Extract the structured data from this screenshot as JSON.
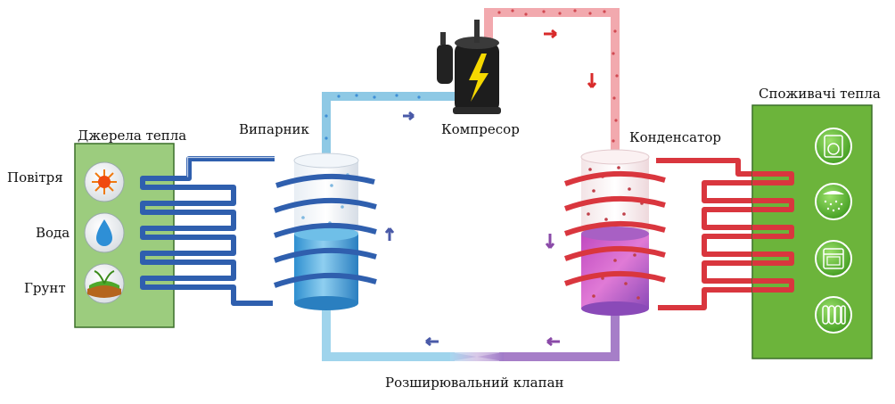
{
  "labels": {
    "heat_sources": "Джерела тепла",
    "heat_consumers": "Споживачі тепла",
    "evaporator": "Випарник",
    "compressor": "Компресор",
    "condenser": "Конденсатор",
    "expansion_valve": "Розширювальний клапан",
    "air": "Повітря",
    "water": "Вода",
    "ground": "Грунт"
  },
  "colors": {
    "source_box": "#9ccc7e",
    "consumer_box": "#6cb43b",
    "cold_pipe": "#9fd4ec",
    "hot_pipe": "#f2a9ae",
    "mixed_pipe": "#a67ec8",
    "blue_coil": "#2f5fae",
    "red_coil": "#d9363e",
    "arrow_blue": "#4a5aa8",
    "arrow_red": "#d82b2b",
    "arrow_purple": "#8a4aa8"
  },
  "source_icons": [
    "sun-icon",
    "water-drop-icon",
    "ground-plant-icon"
  ],
  "consumer_icons": [
    "washing-machine-icon",
    "shower-icon",
    "oven-icon",
    "radiator-icon"
  ]
}
